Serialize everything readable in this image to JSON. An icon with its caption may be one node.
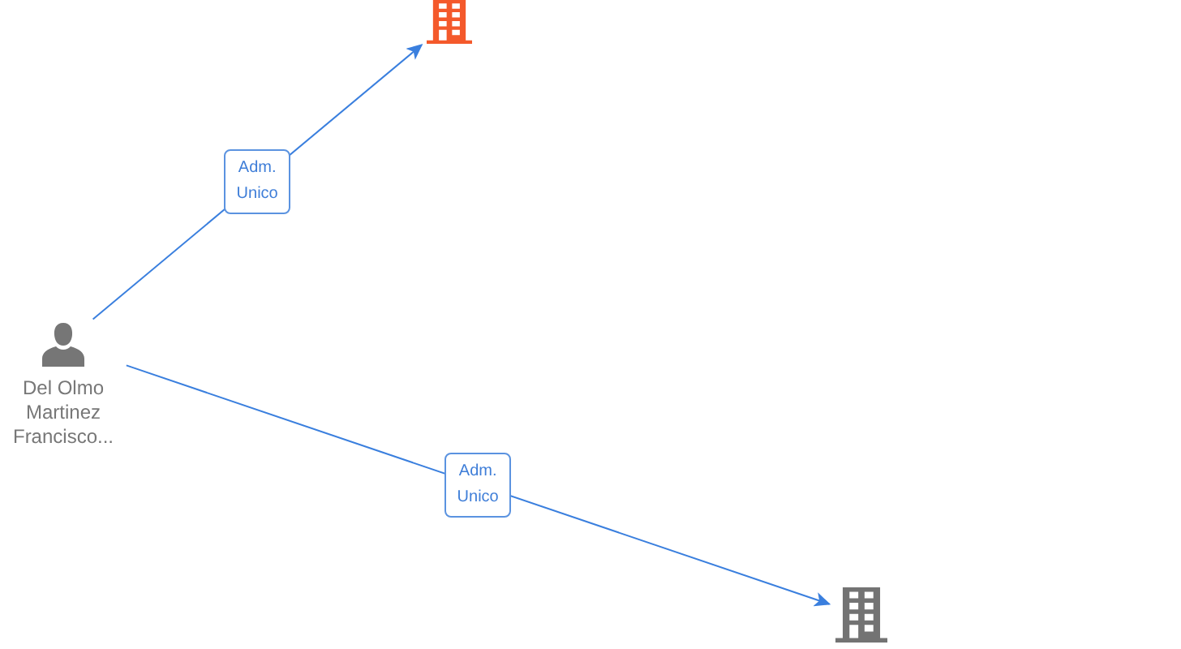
{
  "diagram": {
    "nodes": [
      {
        "text": [
          "Del Olmo Martinez Francisco..."
        ]
      },
      {
        "text": [],
        "shape": "building"
      },
      {
        "text": [],
        "shape": "building"
      }
    ],
    "edges": [
      {
        "from": 0,
        "to": 1,
        "arrow": "to",
        "label": "Adm. Unico"
      },
      {
        "from": 0,
        "to": 2,
        "arrow": "to",
        "label": "Adm. Unico"
      }
    ]
  }
}
